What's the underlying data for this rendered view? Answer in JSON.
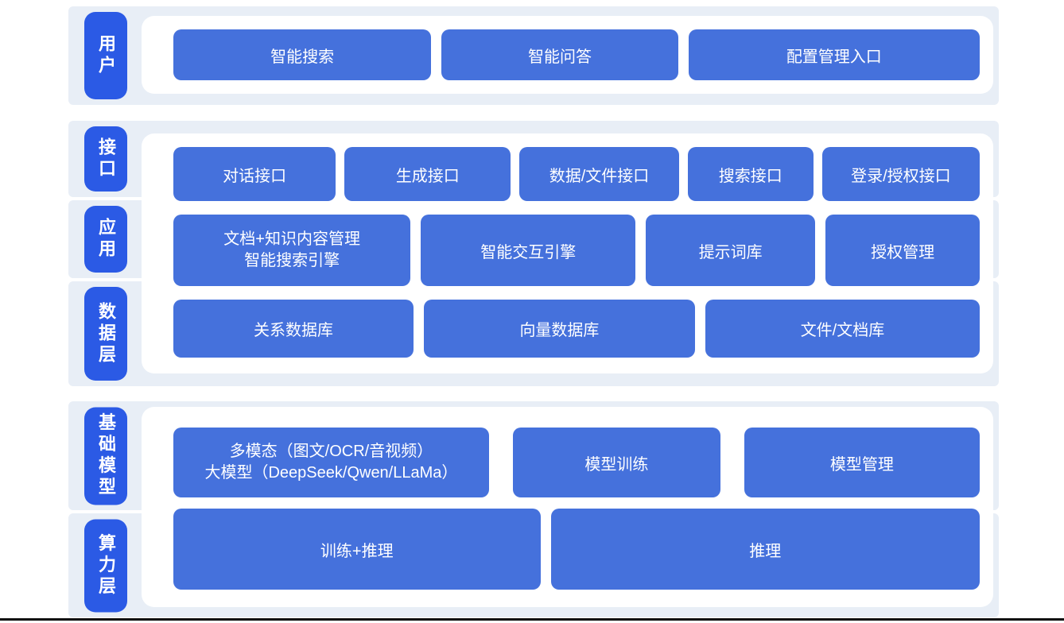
{
  "colors": {
    "layer_label_blue": "#2b5ae5",
    "block_blue": "#4571dc",
    "band_background": "#e8eef6",
    "panel_background": "#ffffff",
    "text_white": "#ffffff",
    "bottom_rule": "#0b0b0b"
  },
  "layers": {
    "user": {
      "label": "用户",
      "items": [
        {
          "text": "智能搜索"
        },
        {
          "text": "智能问答"
        },
        {
          "text": "配置管理入口"
        }
      ]
    },
    "interface": {
      "label": "接口",
      "items": [
        {
          "text": "对话接口"
        },
        {
          "text": "生成接口"
        },
        {
          "text": "数据/文件接口"
        },
        {
          "text": "搜索接口"
        },
        {
          "text": "登录/授权接口"
        }
      ]
    },
    "application": {
      "label": "应用",
      "items": [
        {
          "line1": "文档+知识内容管理",
          "line2": "智能搜索引擎"
        },
        {
          "text": "智能交互引擎"
        },
        {
          "text": "提示词库"
        },
        {
          "text": "授权管理"
        }
      ]
    },
    "data": {
      "label": "数据层",
      "items": [
        {
          "text": "关系数据库"
        },
        {
          "text": "向量数据库"
        },
        {
          "text": "文件/文档库"
        }
      ]
    },
    "foundation": {
      "label": "基础模型",
      "items": [
        {
          "line1": "多模态（图文/OCR/音视频）",
          "line2": "大模型（DeepSeek/Qwen/LLaMa）"
        },
        {
          "text": "模型训练"
        },
        {
          "text": "模型管理"
        }
      ]
    },
    "compute": {
      "label": "算力层",
      "items": [
        {
          "text": "训练+推理"
        },
        {
          "text": "推理"
        }
      ]
    }
  }
}
